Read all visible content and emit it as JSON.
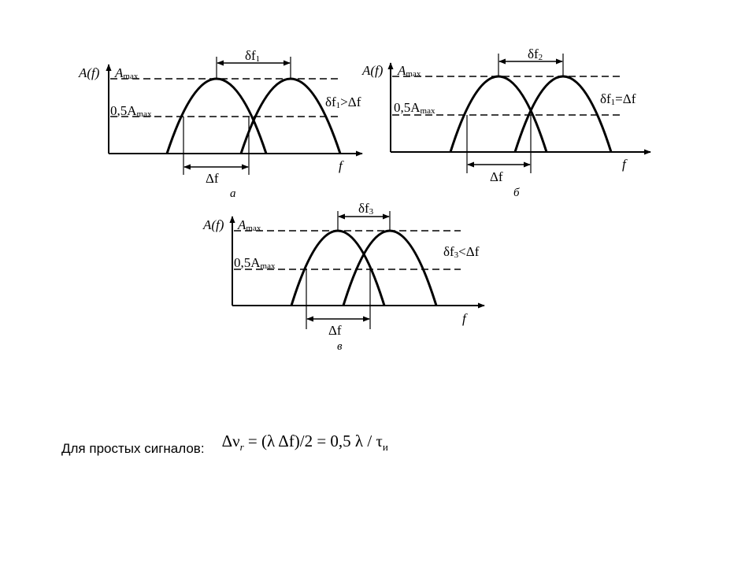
{
  "colors": {
    "ink": "#000000",
    "background": "#ffffff"
  },
  "panels": [
    {
      "id": "a",
      "caption": "а",
      "y_label": "A(f)",
      "amax_label": "A",
      "amax_sub": "max",
      "half_label": "0,5A",
      "half_sub": "max",
      "x_label": "f",
      "delta_label": "δf",
      "delta_sub": "1",
      "bandwidth_label": "Δf",
      "relation_prefix": "δf",
      "relation_sub": "1",
      "relation_suffix": ">Δf"
    },
    {
      "id": "b",
      "caption": "б",
      "y_label": "A(f)",
      "amax_label": "A",
      "amax_sub": "max",
      "half_label": "0,5A",
      "half_sub": "max",
      "x_label": "f",
      "delta_label": "δf",
      "delta_sub": "2",
      "bandwidth_label": "Δf",
      "relation_prefix": "δf",
      "relation_sub": "1",
      "relation_suffix": "=Δf"
    },
    {
      "id": "v",
      "caption": "в",
      "y_label": "A(f)",
      "amax_label": "A",
      "amax_sub": "max",
      "half_label": "0,5A",
      "half_sub": "max",
      "x_label": "f",
      "delta_label": "δf",
      "delta_sub": "3",
      "bandwidth_label": "Δf",
      "relation_prefix": "δf",
      "relation_sub": "3",
      "relation_suffix": "<Δf"
    }
  ],
  "footer": {
    "label": "Для простых сигналов:",
    "formula_lhs": "Δν",
    "formula_lhs_sub": "r",
    "formula_rhs": " = (λ Δf)/2 = 0,5 λ / τ",
    "formula_rhs_sub": "и"
  }
}
